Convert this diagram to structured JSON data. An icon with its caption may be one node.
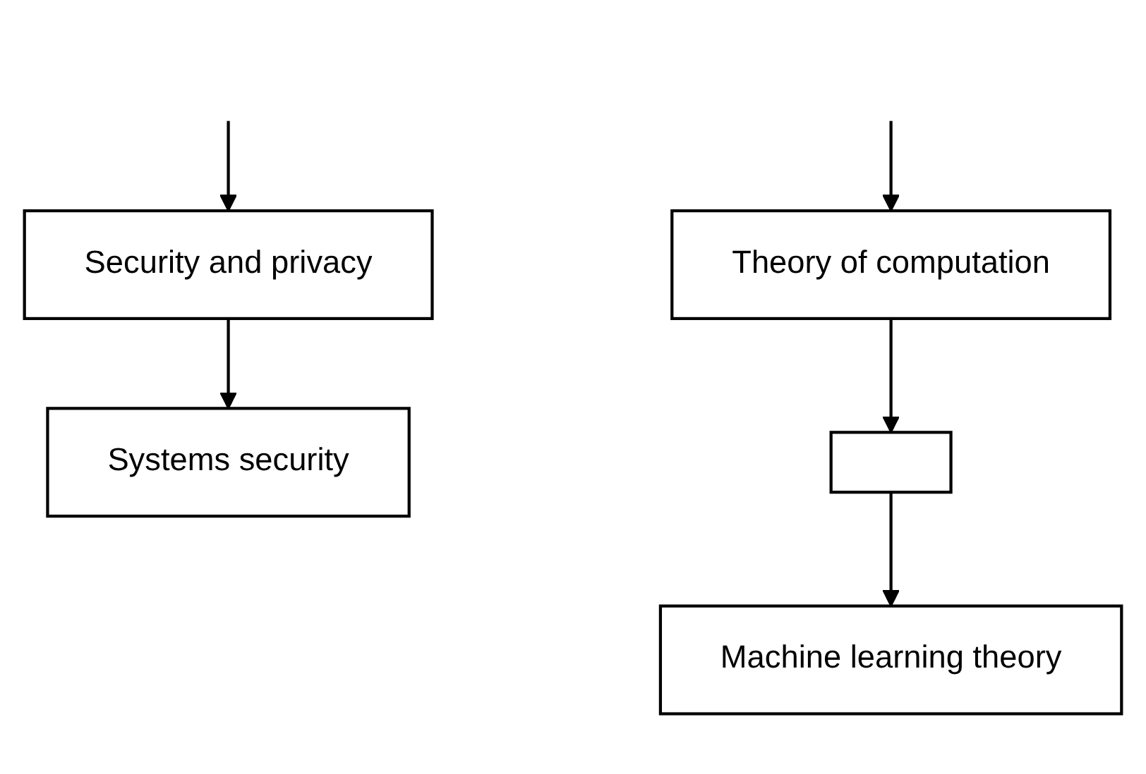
{
  "diagram": {
    "nodes": [
      {
        "text": [
          "Security and privacy"
        ]
      },
      {
        "text": [
          "Systems security"
        ]
      },
      {
        "text": [
          "Theory of computation"
        ]
      },
      {
        "text": [],
        "shape": "box"
      },
      {
        "text": [
          "Machine learning theory"
        ]
      }
    ],
    "edges": [
      {
        "from": null,
        "to": 0,
        "arrow": "to"
      },
      {
        "from": 0,
        "to": 1,
        "arrow": "to"
      },
      {
        "from": null,
        "to": 2,
        "arrow": "to"
      },
      {
        "from": 2,
        "to": 3,
        "arrow": "to"
      },
      {
        "from": 3,
        "to": 4,
        "arrow": "to"
      }
    ]
  }
}
